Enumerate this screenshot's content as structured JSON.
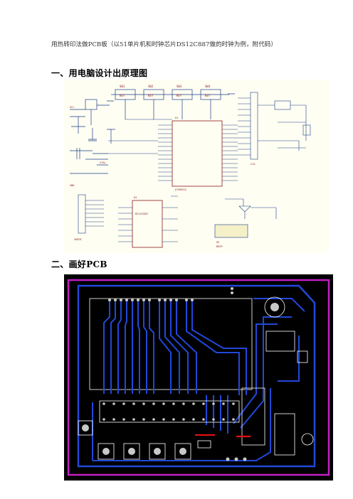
{
  "intro": "用热转印法做PCB板（以51单片机和时钟芯片DS12C887做的时钟为例，附代码）",
  "sections": [
    {
      "heading": "一、用电脑设计出原理图"
    },
    {
      "heading": "二、画好PCB"
    }
  ],
  "schematic": {
    "mcu_ref": "U1",
    "mcu_part": "AT89S52",
    "rtc_ref": "U2",
    "rtc_part": "DS12C887",
    "buzzer_ref": "U3",
    "buzzer_label": "BEEP",
    "switch_labels": [
      "SW1",
      "SW2",
      "SW3",
      "SW4"
    ],
    "key_label": "KEY",
    "lcd_label": "LCD",
    "crystal_label": "XTAL",
    "header_label": "SHEDI",
    "power_label": "VCC",
    "gnd_label": "GND"
  },
  "colors": {
    "schematic_bg": "#fffef2",
    "wire": "#1a3c8a",
    "part": "#8a1a1a",
    "pcb_bg": "#000000",
    "board_edge": "#c21fc2",
    "trace": "#2247d9",
    "pad": "#c8c8c8",
    "silk": "#ffffff",
    "jumper": "#e01010"
  }
}
